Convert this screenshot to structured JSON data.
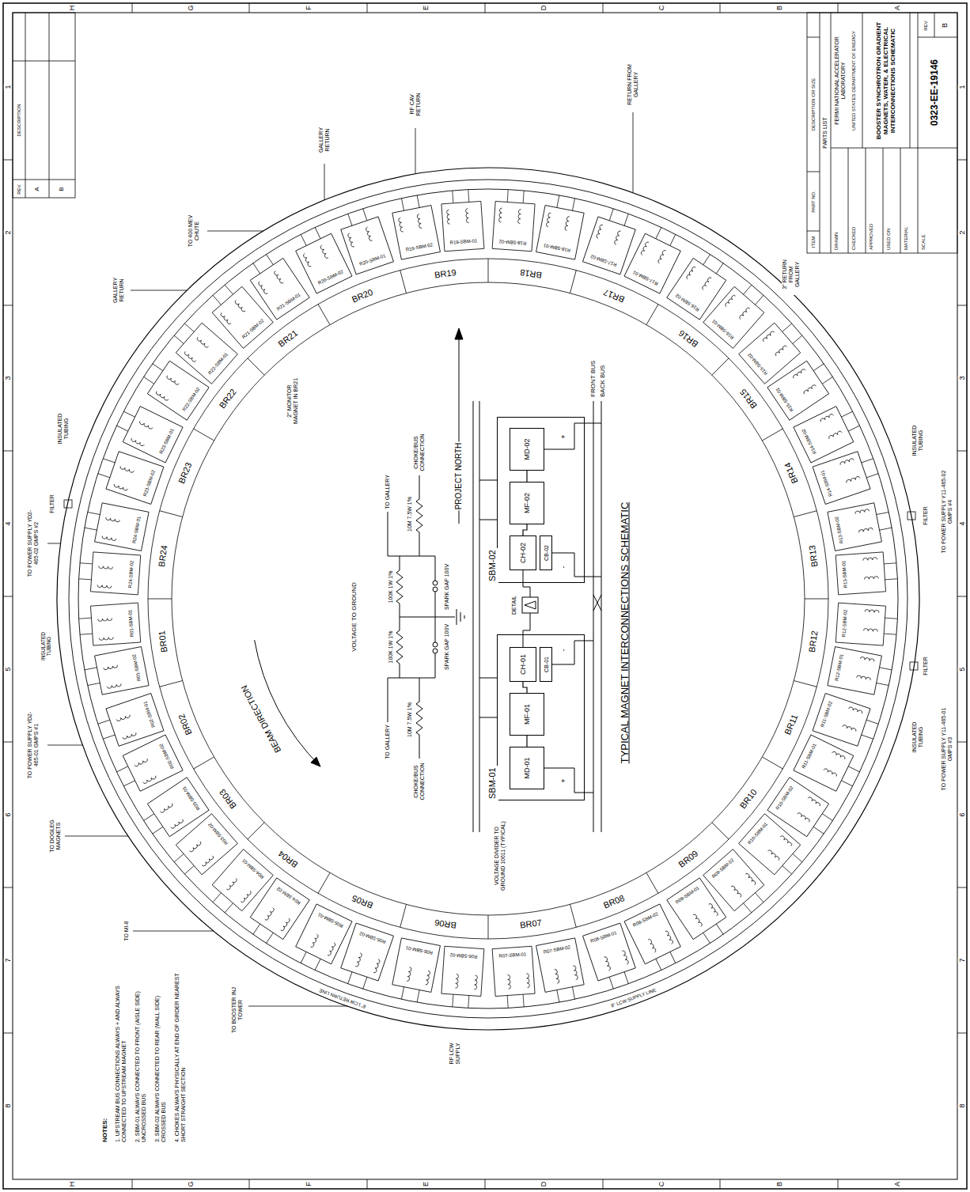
{
  "diagram": {
    "title": "BOOSTER SYNCHROTRON GRADIENT MAGNETS, WATER, & ELECTRICAL INTERCONNECTIONS SCHEMATIC",
    "nodes": [
      {
        "text": [
          "SBM-01"
        ]
      },
      {
        "text": [
          "MD-01"
        ],
        "in": 0
      },
      {
        "text": [
          "MF-01"
        ],
        "in": 0
      },
      {
        "text": [
          "CH-01"
        ],
        "in": 0
      },
      {
        "text": [
          "CB-01"
        ],
        "in": 0
      },
      {
        "text": [
          "SBM-02"
        ]
      },
      {
        "text": [
          "MD-02"
        ],
        "in": 5
      },
      {
        "text": [
          "MF-02"
        ],
        "in": 5
      },
      {
        "text": [
          "CH-02"
        ],
        "in": 5
      },
      {
        "text": [
          "CB-02"
        ],
        "in": 5
      }
    ],
    "edges": [
      {
        "from": 1,
        "to": 2,
        "arrow": "none"
      },
      {
        "from": 2,
        "to": 3,
        "arrow": "none"
      },
      {
        "from": 6,
        "to": 7,
        "arrow": "none"
      },
      {
        "from": 7,
        "to": 8,
        "arrow": "none"
      }
    ],
    "labels": [
      "BR01",
      "BR02",
      "BR03",
      "BR04",
      "BR05",
      "BR06",
      "BR07",
      "BR08",
      "BR09",
      "BR10",
      "BR11",
      "BR12",
      "BR13",
      "BR14",
      "BR15",
      "BR16",
      "BR17",
      "BR18",
      "BR19",
      "BR20",
      "BR21",
      "BR22",
      "BR23",
      "BR24",
      "R01-SBM-01",
      "R01-SBM-02",
      "R02-SBM-01",
      "R02-SBM-02",
      "R03-SBM-01",
      "R03-SBM-02",
      "R04-SBM-01",
      "R04-SBM-02",
      "R05-SBM-01",
      "R05-SBM-02",
      "R06-SBM-01",
      "R06-SBM-02",
      "R07-SBM-01",
      "R07-SBM-02",
      "R08-SBM-01",
      "R08-SBM-02",
      "R09-SBM-01",
      "R09-SBM-02",
      "R10-SBM-01",
      "R10-SBM-02",
      "R11-SBM-01",
      "R11-SBM-02",
      "R12-SBM-01",
      "R12-SBM-02",
      "R13-SBM-01",
      "R13-SBM-02",
      "R14-SBM-01",
      "R14-SBM-02",
      "R15-SBM-01",
      "R15-SBM-02",
      "R16-SBM-01",
      "R16-SBM-02",
      "R17-SBM-01",
      "R17-SBM-02",
      "R18-SBM-01",
      "R18-SBM-02",
      "R19-SBM-01",
      "R19-SBM-02",
      "R20-SBM-01",
      "R20-SBM-02",
      "R21-SBM-01",
      "R21-SBM-02",
      "R22-SBM-01",
      "R22-SBM-02",
      "R23-SBM-01",
      "R23-SBM-02",
      "R24-SBM-01",
      "R24-SBM-02",
      "1",
      "2",
      "3",
      "4",
      "5",
      "6",
      "7",
      "8",
      "1",
      "2",
      "3",
      "4",
      "5",
      "6",
      "7",
      "8",
      "H",
      "G",
      "F",
      "E",
      "D",
      "C",
      "B",
      "A",
      "H",
      "G",
      "F",
      "E",
      "D",
      "C",
      "B",
      "A",
      "TYPICAL MAGNET INTERCONNECTIONS SCHEMATIC",
      "PROJECT NORTH",
      "BEAM DIRECTION",
      "FRONT BUS",
      "BACK BUS",
      "DETAIL",
      "+",
      "-",
      "-",
      "+",
      "VOLTAGE TO GROUND",
      "CHOKE/BUS CONNECTION",
      "10M 7.5W 1%",
      "TO GALLERY",
      "100K 1W 1%",
      "SPARK GAP 100V",
      "TO GALLERY",
      "100K 1W 1%",
      "SPARK GAP 100V",
      "10M 7.5W 1%",
      "CHOKE/BUS CONNECTION",
      "VOLTAGE DIVIDER TO GROUND 10611 (TYPICAL)",
      "2\" MONITOR MAGNET IN BR21",
      "TO POWER SUPPLY YD2-465-02 GMPS #2",
      "TO POWER SUPPLY YD2-465-01 GMPS #1",
      "FILTER",
      "INSULATED TUBING",
      "INSULATED TUBING",
      "TO DOGLEG MAGNETS",
      "TO MI-8",
      "TO BOOSTER INJ TOWER",
      "RF LCW SUPPLY",
      "TO 400 MEV CHUTE",
      "GALLERY RETURN",
      "GALLERY RETURN",
      "RF CAV RETURN",
      "RETURN FROM GALLERY",
      "3\" RETURN FROM GALLERY",
      "FILTER",
      "FILTER",
      "TO POWER SUPPLY Y11-465-02 GMPS #4",
      "TO POWER SUPPLY Y11-465-01 GMPS #3",
      "INSULATED TUBING",
      "INSULATED TUBING",
      "8\" LCW RETURN LINE",
      "8\" LCW SUPPLY LINE",
      "NOTES:",
      "1. UPSTREAM BUS CONNECTIONS ALWAYS + AND ALWAYS CONNECTED TO UPSTREAM MAGNET",
      "2. SBM-01 ALWAYS CONNECTED TO FRONT (AISLE SIDE) UNCROSSED BUS",
      "3. SBM-02 ALWAYS CONNECTED TO REAR (WALL SIDE) CROSSED BUS",
      "4. CHOKES ALWAYS PHYSICALLY AT END OF GIRDER NEAREST SHORT STRAIGHT SECTION",
      "ITEM",
      "PART NO.",
      "DESCRIPTION OR SIZE",
      "PARTS LIST",
      "DRAWN",
      "CHECKED",
      "APPROVED",
      "USED ON",
      "MATERIAL",
      "FERMI NATIONAL ACCELERATOR LABORATORY",
      "UNITED STATES DEPARTMENT OF ENERGY",
      "0323-EE-19146",
      "SCALE",
      "REV.",
      "B",
      "REV.",
      "DESCRIPTION",
      "A",
      "B"
    ]
  }
}
